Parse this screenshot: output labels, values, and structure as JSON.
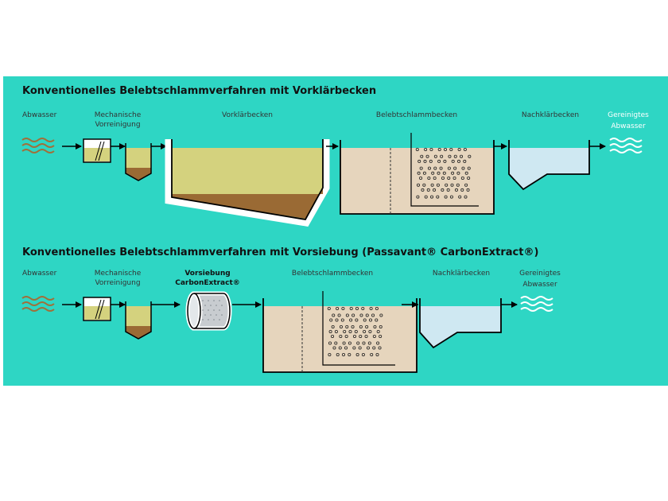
{
  "row1": {
    "title": "Konventionelles Belebtschlammverfahren mit Vorklärbecken",
    "labels": {
      "abwasser": "Abwasser",
      "mech_line1": "Mechanische",
      "mech_line2": "Vorreinigung",
      "vorklaer": "Vorklärbecken",
      "belebt": "Belebtschlammbecken",
      "nachklaer": "Nachklärbecken",
      "gereinigt_line1": "Gereinigtes",
      "gereinigt_line2": "Abwasser"
    }
  },
  "row2": {
    "title": "Konventionelles Belebtschlammverfahren mit Vorsiebung (Passavant® CarbonExtract®)",
    "labels": {
      "abwasser": "Abwasser",
      "mech_line1": "Mechanische",
      "mech_line2": "Vorreinigung",
      "vorsieb_line1": "Vorsiebung",
      "vorsieb_line2": "CarbonExtract®",
      "belebt": "Belebtschlammbecken",
      "nachklaer": "Nachklärbecken",
      "gereinigt_line1": "Gereinigtes",
      "gereinigt_line2": "Abwasser"
    }
  },
  "colors": {
    "background": "#2ed6c4",
    "raw_water": "#a0703a",
    "clean_water": "#ffffff",
    "primary_liquid": "#d4d27e",
    "sludge": "#9a6a34",
    "aeration_tank": "#e6d5bd",
    "clarifier_water": "#cfe8f2"
  }
}
